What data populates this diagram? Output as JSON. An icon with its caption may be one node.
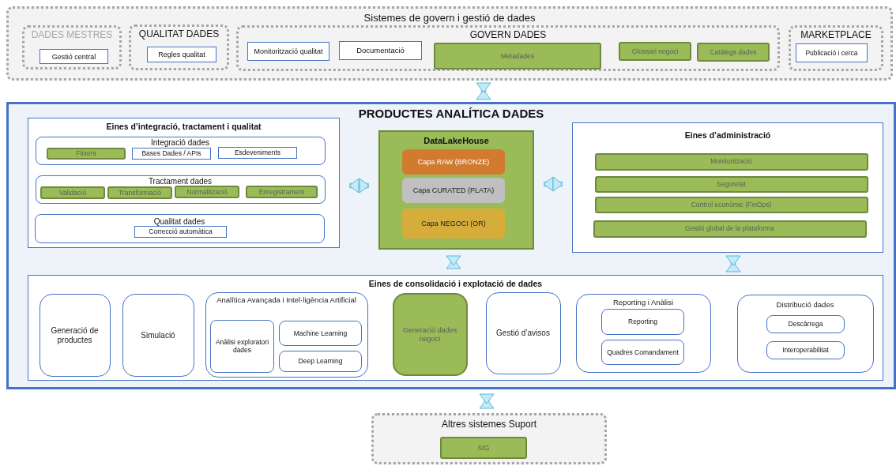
{
  "diagram": {
    "nodes": [
      {
        "text": [
          "Sistemes de govern i gestió de dades"
        ]
      },
      {
        "text": [
          "DADES MESTRES"
        ],
        "in": 0
      },
      {
        "text": [
          "Gestió central"
        ],
        "in": 1
      },
      {
        "text": [
          "QUALITAT DADES"
        ],
        "in": 0
      },
      {
        "text": [
          "Regles qualitat"
        ],
        "in": 3
      },
      {
        "text": [
          "GOVERN DADES"
        ],
        "in": 0
      },
      {
        "text": [
          "Monitorització qualitat"
        ],
        "in": 5
      },
      {
        "text": [
          "Documentació"
        ],
        "in": 5
      },
      {
        "text": [
          "Metadades"
        ],
        "in": 5
      },
      {
        "text": [
          "Glossari negoci"
        ],
        "in": 5
      },
      {
        "text": [
          "Catàlegs dades"
        ],
        "in": 5
      },
      {
        "text": [
          "MARKETPLACE"
        ],
        "in": 0
      },
      {
        "text": [
          "Publicació i cerca"
        ],
        "in": 11
      },
      {
        "text": [
          "PRODUCTES ANALÍTICA DADES"
        ]
      },
      {
        "text": [
          "Eines d’integració, tractament i qualitat"
        ],
        "in": 13
      },
      {
        "text": [
          "Integració dades"
        ],
        "in": 14
      },
      {
        "text": [
          "Fitxers"
        ],
        "in": 15
      },
      {
        "text": [
          "Bases Dades / APIs"
        ],
        "in": 15
      },
      {
        "text": [
          "Esdeveniments"
        ],
        "in": 15
      },
      {
        "text": [
          "Tractament dades"
        ],
        "in": 14
      },
      {
        "text": [
          "Validació"
        ],
        "in": 19
      },
      {
        "text": [
          "Transformació"
        ],
        "in": 19
      },
      {
        "text": [
          "Normalització"
        ],
        "in": 19
      },
      {
        "text": [
          "Enregistrament"
        ],
        "in": 19
      },
      {
        "text": [
          "Qualitat dades"
        ],
        "in": 14
      },
      {
        "text": [
          "Correcció automàtica"
        ],
        "in": 24
      },
      {
        "text": [
          "DataLakeHouse"
        ],
        "in": 13
      },
      {
        "text": [
          "Capa RAW (BRONZE)"
        ],
        "in": 26
      },
      {
        "text": [
          "Capa CURATED (PLATA)"
        ],
        "in": 26
      },
      {
        "text": [
          "Capa NEGOCI (OR)"
        ],
        "in": 26
      },
      {
        "text": [
          "Eines d’administració"
        ],
        "in": 13
      },
      {
        "text": [
          "Monitorització"
        ],
        "in": 30
      },
      {
        "text": [
          "Seguretat"
        ],
        "in": 30
      },
      {
        "text": [
          "Control econòmic (FinOps)"
        ],
        "in": 30
      },
      {
        "text": [
          "Gestió global de la plataforma"
        ],
        "in": 30
      },
      {
        "text": [
          "Eines de consolidació i explotació de dades"
        ],
        "in": 13
      },
      {
        "text": [
          "Generació de productes"
        ],
        "in": 35
      },
      {
        "text": [
          "Simulació"
        ],
        "in": 35
      },
      {
        "text": [
          "Analítica Avançada i Intel·ligència Artificial"
        ],
        "in": 35
      },
      {
        "text": [
          "Anàlisi exploratori dades"
        ],
        "in": 38
      },
      {
        "text": [
          "Machine Learning"
        ],
        "in": 38
      },
      {
        "text": [
          "Deep Learning"
        ],
        "in": 38
      },
      {
        "text": [
          "Generació dades negoci"
        ],
        "in": 35
      },
      {
        "text": [
          "Gestió d’avisos"
        ],
        "in": 35
      },
      {
        "text": [
          "Reporting i Anàlisi"
        ],
        "in": 35
      },
      {
        "text": [
          "Reporting"
        ],
        "in": 44
      },
      {
        "text": [
          "Quadres Comandament"
        ],
        "in": 44
      },
      {
        "text": [
          "Distribució dades"
        ],
        "in": 35
      },
      {
        "text": [
          "Descàrrega"
        ],
        "in": 47
      },
      {
        "text": [
          "Interoperabilitat"
        ],
        "in": 47
      },
      {
        "text": [
          "Altres sistemes Suport"
        ]
      },
      {
        "text": [
          "SIG"
        ],
        "in": 50
      }
    ],
    "edges": [
      {
        "from": 0,
        "to": 13,
        "arrow": "both"
      },
      {
        "from": 14,
        "to": 26,
        "arrow": "both"
      },
      {
        "from": 26,
        "to": 30,
        "arrow": "both"
      },
      {
        "from": 26,
        "to": 35,
        "arrow": "both"
      },
      {
        "from": 30,
        "to": 35,
        "arrow": "both"
      },
      {
        "from": 13,
        "to": 50,
        "arrow": "both"
      }
    ]
  }
}
